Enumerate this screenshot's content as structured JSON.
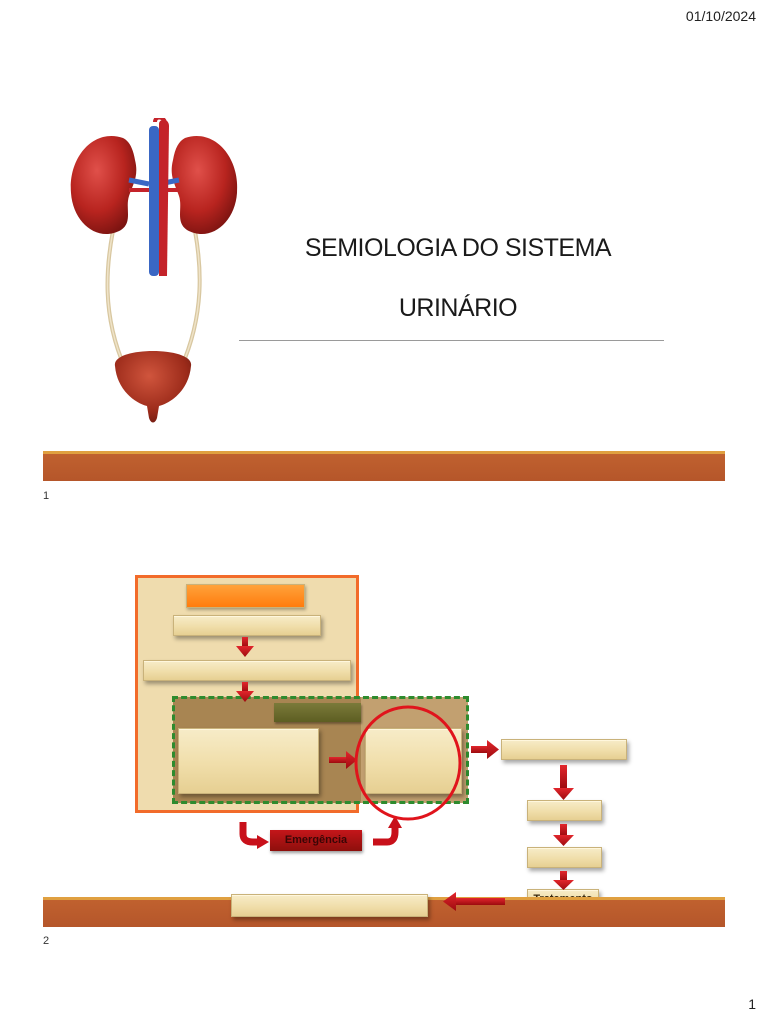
{
  "header": {
    "date": "01/10/2024"
  },
  "footer": {
    "page_number": "1"
  },
  "slides": [
    {
      "number": "1",
      "title_line1": "SEMIOLOGIA DO SISTEMA",
      "title_line2": "URINÁRIO",
      "image_icon": "urinary-system-illustration-icon"
    },
    {
      "number": "2",
      "labels": {
        "emergencia": "Emergência",
        "tratamento": "Tratamento"
      },
      "colors": {
        "orange_frame": "#f26b2a",
        "green_dash": "#2e8b2e",
        "red_arrow": "#c8101a",
        "dark_red_box": "#a8120f"
      }
    }
  ]
}
